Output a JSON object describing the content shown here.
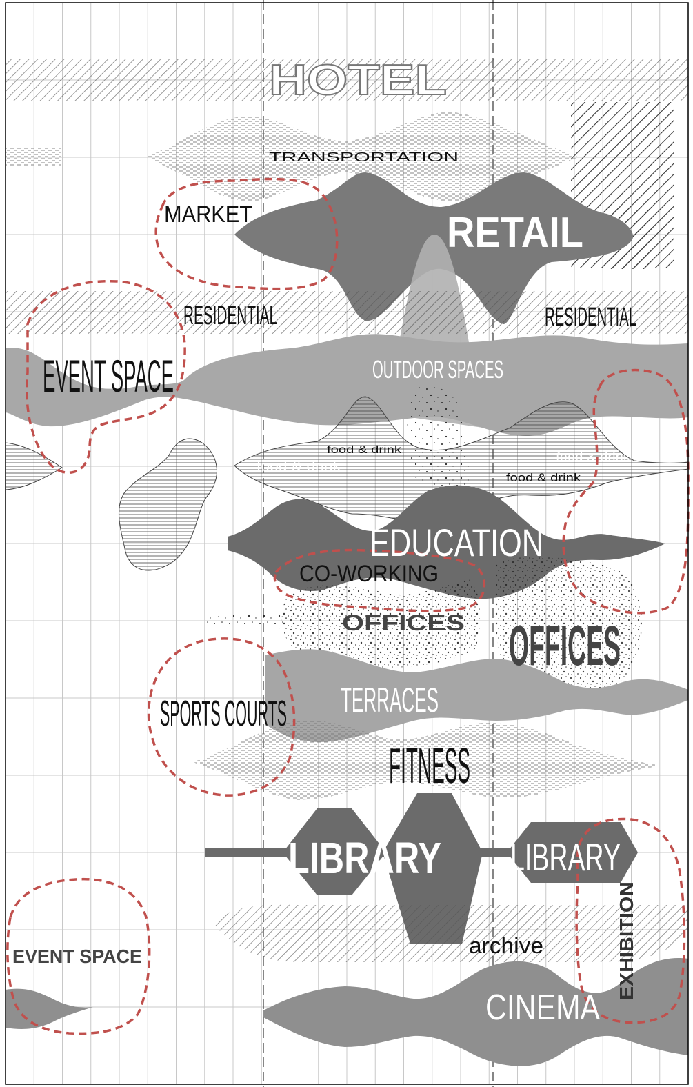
{
  "labels": {
    "hotel": "HOTEL",
    "transportation": "TRANSPORTATION",
    "market": "MARKET",
    "retail": "RETAIL",
    "residential_left": "RESIDENTIAL",
    "residential_right": "RESIDENTIAL",
    "event_space_top": "EVENT SPACE",
    "outdoor_spaces": "OUTDOOR SPACES",
    "food_drink_1": "food & drink",
    "food_drink_2": "food & drink",
    "food_drink_3": "food & drink",
    "food_drink_4": "food & drink",
    "education": "EDUCATION",
    "co_working": "CO-WORKING",
    "offices_small": "OFFICES",
    "offices_large": "OFFICES",
    "sports_courts": "SPORTS COURTS",
    "terraces": "TERRACES",
    "fitness": "FITNESS",
    "library_left": "LIBRARY",
    "library_right": "LIBRARY",
    "exhibition": "EXHIBITION",
    "archive": "archive",
    "event_space_bottom": "EVENT SPACE",
    "cinema": "CINEMA"
  },
  "colors": {
    "grid": "#c8c8c8",
    "dark_fill": "#6b6b6b",
    "mid_fill": "#8f8f8f",
    "light_fill": "#a9a9a9",
    "hatch": "#555555",
    "red_dash": "#c0504d",
    "frame": "#000000"
  }
}
